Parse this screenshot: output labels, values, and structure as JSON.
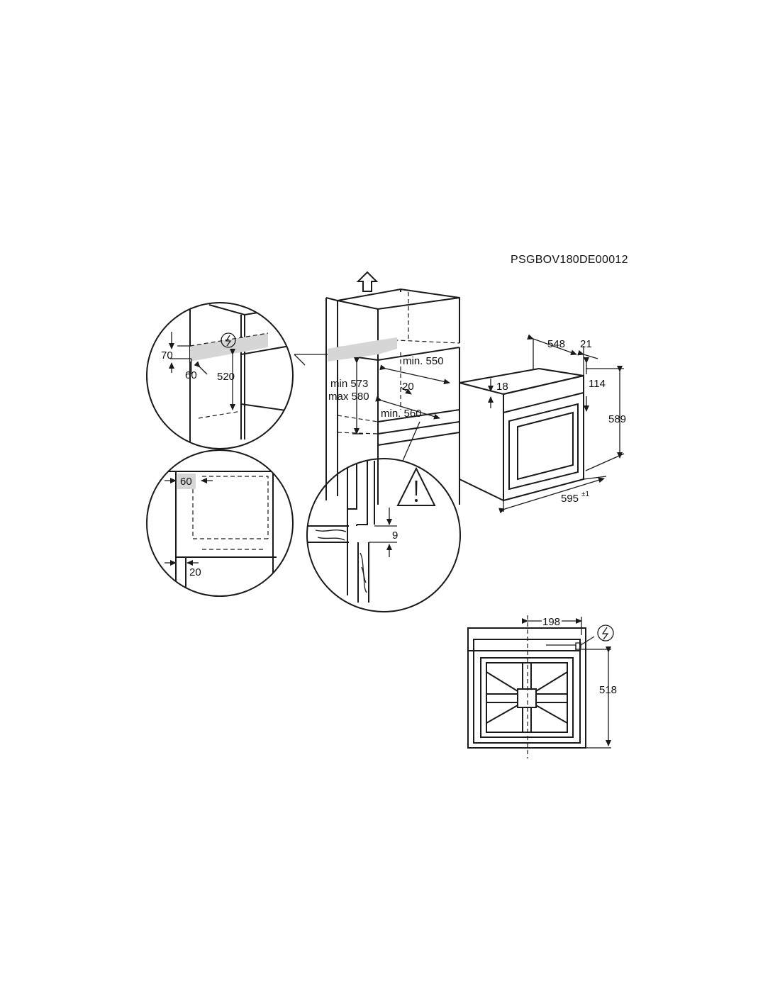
{
  "doc_code": "PSGBOV180DE00012",
  "dimensions": {
    "d70": "70",
    "d60_top": "60",
    "d520": "520",
    "min573": "min 573",
    "max580": "max 580",
    "min550": "min. 550",
    "d20_mid": "20",
    "min560": "min. 560",
    "d548": "548",
    "d21": "21",
    "d18": "18",
    "d114": "114",
    "d589": "589",
    "d595": "595",
    "d595_tol": "±1",
    "d60_left": "60",
    "d20_left": "20",
    "d9": "9",
    "d198": "198",
    "d518": "518"
  },
  "icons": {
    "power": "electric-connection-icon",
    "warning": "warning-triangle-icon",
    "arrow": "airflow-up-arrow-icon"
  }
}
